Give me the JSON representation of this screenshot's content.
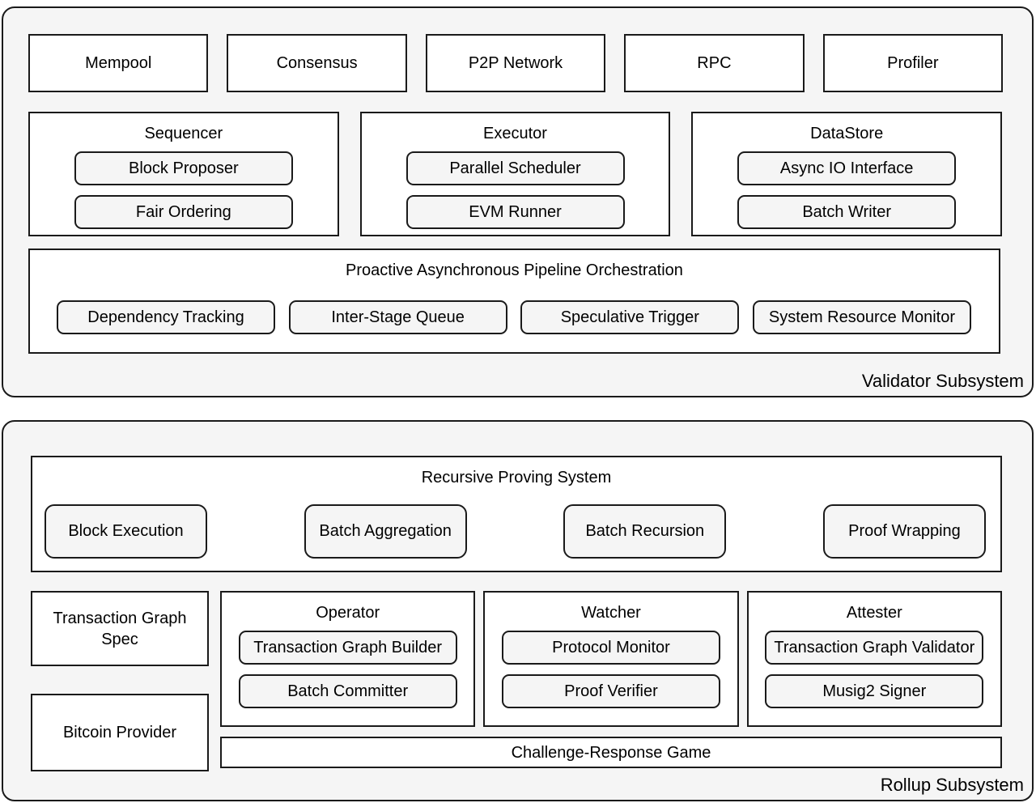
{
  "validator": {
    "subsystem_label": "Validator Subsystem",
    "top_row": [
      "Mempool",
      "Consensus",
      "P2P Network",
      "RPC",
      "Profiler"
    ],
    "groups": [
      {
        "title": "Sequencer",
        "items": [
          "Block Proposer",
          "Fair Ordering"
        ]
      },
      {
        "title": "Executor",
        "items": [
          "Parallel Scheduler",
          "EVM Runner"
        ]
      },
      {
        "title": "DataStore",
        "items": [
          "Async IO Interface",
          "Batch Writer"
        ]
      }
    ],
    "pipeline": {
      "title": "Proactive Asynchronous Pipeline Orchestration",
      "items": [
        "Dependency Tracking",
        "Inter-Stage Queue",
        "Speculative Trigger",
        "System Resource Monitor"
      ]
    }
  },
  "rollup": {
    "subsystem_label": "Rollup Subsystem",
    "proving": {
      "title": "Recursive Proving System",
      "items": [
        "Block Execution",
        "Batch Aggregation",
        "Batch Recursion",
        "Proof Wrapping"
      ]
    },
    "side_boxes": [
      "Transaction Graph Spec",
      "Bitcoin Provider"
    ],
    "groups": [
      {
        "title": "Operator",
        "items": [
          "Transaction Graph Builder",
          "Batch Committer"
        ]
      },
      {
        "title": "Watcher",
        "items": [
          "Protocol Monitor",
          "Proof Verifier"
        ]
      },
      {
        "title": "Attester",
        "items": [
          "Transaction Graph Validator",
          "Musig2 Signer"
        ]
      }
    ],
    "bottom_bar": "Challenge-Response Game"
  },
  "colors": {
    "container_fill": "#f5f5f5",
    "box_fill": "#ffffff",
    "chip_fill": "#f5f5f5",
    "border": "#1a1a1a",
    "text": "#000000"
  }
}
